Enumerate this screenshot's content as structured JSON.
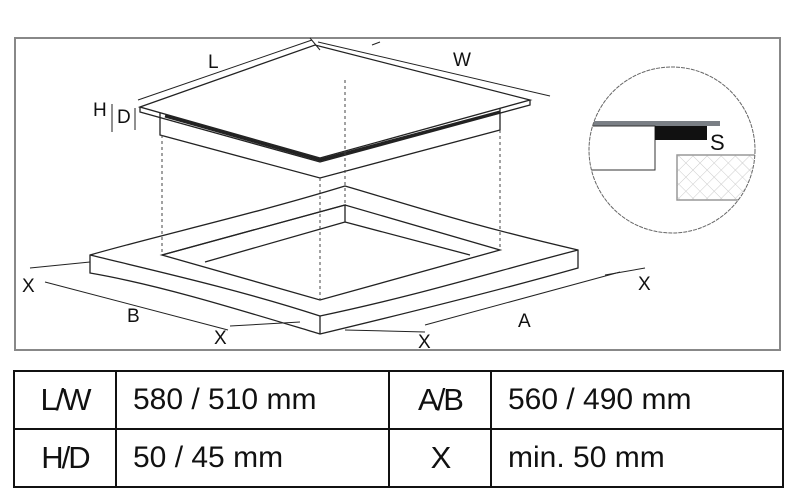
{
  "diagram": {
    "labels": {
      "L": "L",
      "W": "W",
      "H": "H",
      "D": "D",
      "S": "S",
      "A": "A",
      "B": "B",
      "X": "X"
    }
  },
  "table": {
    "rows": [
      [
        {
          "key": "L/W",
          "value": "580 / 510 mm"
        },
        {
          "key": "A/B",
          "value": "560 / 490 mm"
        }
      ],
      [
        {
          "key": "H/D",
          "value": "50 / 45 mm"
        },
        {
          "key": "X",
          "value": "min. 50 mm"
        }
      ]
    ]
  }
}
